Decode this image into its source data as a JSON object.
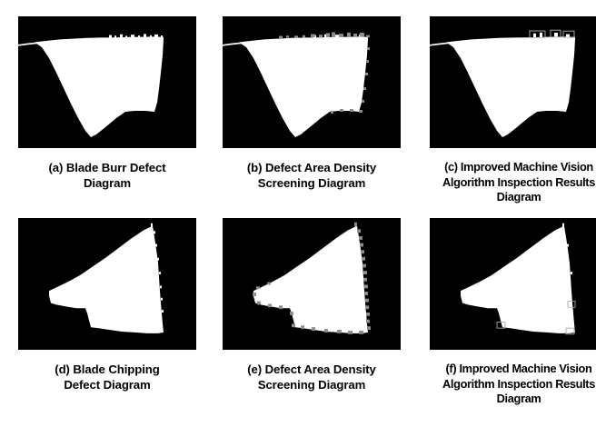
{
  "figure": {
    "background_color": "#ffffff",
    "panel_background_color": "#000000",
    "blade_color": "#ffffff",
    "marker_color": "#9a9a9a",
    "caption_color": "#000000",
    "layout": {
      "rows": 2,
      "columns": 3
    }
  },
  "panels": [
    {
      "id": "a",
      "name": "blade-burr-defect",
      "row": "top",
      "shape": "blade-burr",
      "overlay": "none",
      "caption_lines": [
        "(a) Blade Burr Defect",
        "Diagram"
      ]
    },
    {
      "id": "b",
      "name": "defect-area-density-screening-top",
      "row": "top",
      "shape": "blade-burr",
      "overlay": "density-speckle",
      "caption_lines": [
        "(b) Defect Area Density",
        "Screening Diagram"
      ]
    },
    {
      "id": "c",
      "name": "improved-machine-vision-results-top",
      "row": "top",
      "shape": "blade-burr",
      "overlay": "detection-boxes",
      "caption_lines": [
        "(c) Improved Machine Vision",
        "Algorithm Inspection Results",
        "Diagram"
      ]
    },
    {
      "id": "d",
      "name": "blade-chipping-defect",
      "row": "bottom",
      "shape": "blade-chipping",
      "overlay": "none",
      "caption_lines": [
        "(d) Blade Chipping",
        "Defect Diagram"
      ]
    },
    {
      "id": "e",
      "name": "defect-area-density-screening-bottom",
      "row": "bottom",
      "shape": "blade-chipping",
      "overlay": "density-speckle",
      "caption_lines": [
        "(e) Defect Area Density",
        "Screening Diagram"
      ]
    },
    {
      "id": "f",
      "name": "improved-machine-vision-results-bottom",
      "row": "bottom",
      "shape": "blade-chipping",
      "overlay": "detection-boxes",
      "caption_lines": [
        "(f) Improved Machine Vision",
        "Algorithm Inspection Results",
        "Diagram"
      ]
    }
  ],
  "captions": {
    "a": {
      "line1": "(a) Blade Burr Defect",
      "line2": "Diagram",
      "line3": ""
    },
    "b": {
      "line1": "(b) Defect Area Density",
      "line2": "Screening Diagram",
      "line3": ""
    },
    "c": {
      "line1": "(c) Improved Machine Vision",
      "line2": "Algorithm Inspection Results",
      "line3": "Diagram"
    },
    "d": {
      "line1": "(d) Blade Chipping",
      "line2": "Defect Diagram",
      "line3": ""
    },
    "e": {
      "line1": "(e) Defect Area Density",
      "line2": "Screening Diagram",
      "line3": ""
    },
    "f": {
      "line1": "(f) Improved Machine Vision",
      "line2": "Algorithm Inspection Results",
      "line3": "Diagram"
    }
  }
}
